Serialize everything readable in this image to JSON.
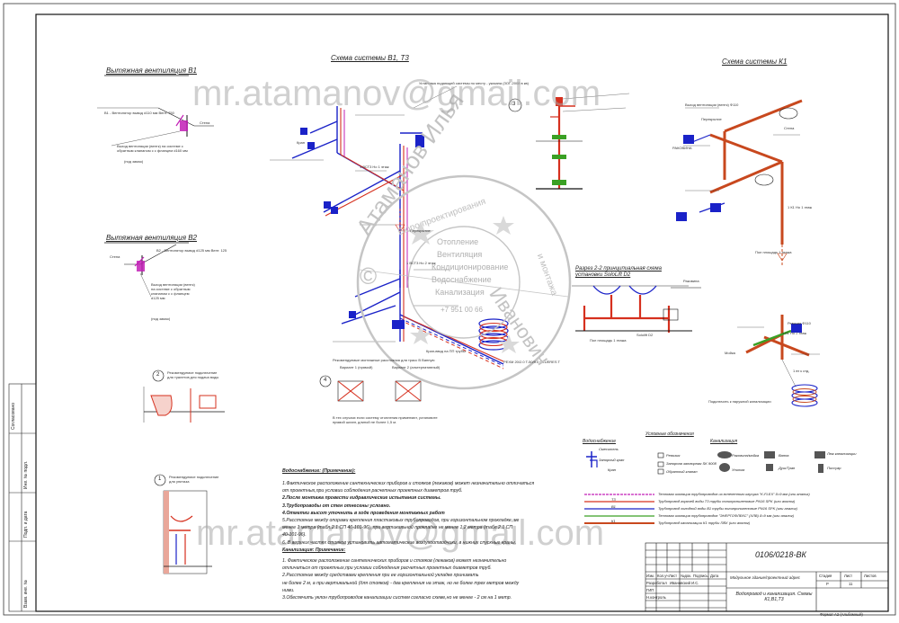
{
  "titles": {
    "vent_b1": "Вытяжная вентиляция В1",
    "vent_b2": "Вытяжная вентиляция В2",
    "scheme_b1_t3": "Схема системы В1, Т3",
    "scheme_k1": "Схема системы К1",
    "section_2_2": "Разрез 2-2 принципиальная схема установки SoloLift D2"
  },
  "vent_b1_labels": {
    "pipe": "В1 - Вентилятор вывод d110 мм Вент. 750",
    "wall": "Стена",
    "outlet": "Выход вентиляции (вентк) на системе с обратным клапаном с с фланцем d160 мм",
    "outlet2": "(под замок)"
  },
  "vent_b2_labels": {
    "wall": "Стена",
    "pipe": "В2 - Вентилятор вывод d125 мм Вент. 125",
    "outlet": "Выход вентиляции (вентк) на системе с обратным клапаном с с фланцем d125 мм",
    "outlet2": "(под замок)"
  },
  "scheme_labels": {
    "riser1": "1 ВСТ3 Но 1 этаж",
    "riser2": "1 ВСТ3 Но 2 этаж",
    "tag_crane": "Кран",
    "tag_drain": "Перекрытие",
    "tag_pexm": "PEXM 20/2.0 T-50/9.0 GLUERES T",
    "tag_input": "Кран-ввод на ПП трубы",
    "tag_note": "Установка подающей системы по месту - указана (ЗОГ-2008 в кв)",
    "var1": "Вариант 1 (прямой)",
    "var2": "Вариант 2 (альтернативный)"
  },
  "k1_labels": {
    "top": "Выход вентиляции (вентк) Ф110",
    "ravk": "РАКОВИНА",
    "perekr": "Перекрытие",
    "wall": "Стена",
    "riser": "1 К1 Но 1 этаж",
    "riser2": "1 К1 Но 2 этаж",
    "conn": "Подключить к наружной канализации",
    "perimeter": "Ревизия Ф110",
    "sink": "Мойка",
    "note": "1 вт к отд.",
    "floor": "Пол площадь 1 этажа"
  },
  "section_labels": {
    "sololift": "Sololift D2",
    "mir": "Раковина",
    "floor": "Пол площадь 1 этажа"
  },
  "detail_labels": {
    "d2": "2",
    "d2_title": "Рекомендуемое подключение для туалетов для подача воды",
    "d1": "1",
    "d1_title": "Рекомендуемое подключение для унитаза",
    "d3": "3",
    "d4": "4",
    "d4_title": "Рекомендуемые монтажные расстояния для трасс В Ванную",
    "d4_text": "В тех случаях если систему отопления применяют, установите прямой шланг, длиной не более 1,5 м."
  },
  "stamp": {
    "arc_top": "Атаманов Илья",
    "arc_bottom": "Иванович",
    "inner1": "Отопление",
    "inner2": "Вентиляция",
    "inner3": "Кондиционирование",
    "inner4": "Водоснабжение",
    "inner5": "Канализация",
    "phone": "+7 951 00 66",
    "tick1": "Бюро проектирования",
    "tick2": "и монтажа",
    "center": "©"
  },
  "watermark": {
    "top": "mr.atamanov@gmail.com",
    "bottom": "mr.atamanov@gmail.com"
  },
  "notes": {
    "water_title": "Водоснабжение: (Примечание):",
    "water": [
      "1.Фактическое расположение сантехнических приборов и стояков (лежаков) может незначительно отличаться",
      "от проектных,при условии соблюдения расчетных проектных диаметров труб.",
      "2.После монтажа провести гидравлические испытания системы.",
      "3.Трубопроводы от стен отнесены условно.",
      "4.Отметки высот уточнить в ходе проведения монтажных работ",
      "5.Расстояние между опорами крепления пластиковых трубопроводов, при горизонтальном прокладке, не",
      "менее 1 метра (табл.2.1 СП 40-101-96), при вертикальной прокладке не менее 1,2 метра (табл.2.1 СП",
      "40-101-96).",
      "6. В верхних частях стояков установить автоматические воздухоотводчики, в нижних спускные краны."
    ],
    "sewer_title": "Канализация: Примечание:",
    "sewer": [
      "1. Фактическое расположение сантехнических приборов и стояков (лежаков) может незначительно",
      "отличаться от проектных,при условии соблюдения расчетных проектных диаметров труб.",
      "2.Расстояние между средствами крепления при ее горизонтальной укладке принимать",
      "не более 2 м, а при вертикальной (для стояков) - два крепления на этаж, но не более трех метров между",
      "ними.",
      "3.Обеспечить уклон трубопроводов канализации систем согласно схеме,но не менее - 2 см на 1 метр."
    ]
  },
  "legend": {
    "title_left": "Водоснабжение",
    "title_mid": "Условные обозначения",
    "title_right": "Канализация",
    "items_left": [
      "Смеситель",
      "Запорный кран",
      "Кран"
    ],
    "items_mid": [
      "Ревизия",
      "Запорная затворная SK 9008",
      "Обратный клапан"
    ],
    "items_right": [
      "Раковина/мойка",
      "Ванна",
      "Люк канализации",
      "Унитаз",
      "Душ/Трап",
      "Писсуар"
    ],
    "lines": [
      "Тепловая изоляция трубопроводов из вспененного каучука \"K-FLEX\" δ=9 мм (или аналог)",
      "Трубопровод горячей воды Т3 трубы полипропиленовые PN16 SPK (или аналог)",
      "Трубопровод холодной воды В1 трубы полипропиленовые PN16 SPK (или аналог)",
      "Тепловая изоляция трубопроводов \"ЭНЕРГОФЛЕКС\" (ХЛВ) δ=9 мм (или аналог)",
      "Трубопровод канализации К1 трубы ПВХ (или аналог)"
    ],
    "line_tags": [
      "Т3",
      "В1",
      "К1"
    ]
  },
  "title_block": {
    "code": "0106/0218-ВК",
    "project": "Модульное здание/проектный адрес",
    "sheet_title": "Водопровод и канализация. Схемы К1,В1,Т3",
    "stage_h": "Стадия",
    "sheet_h": "Лист",
    "sheets_h": "Листов",
    "stage": "Р",
    "sheet": "11",
    "sheets": "",
    "rows": [
      "Разработал",
      "ГИП",
      "Н.контроль"
    ],
    "names": [
      "Ивановский И.С."
    ],
    "cols": [
      "Изм.",
      "Кол.уч",
      "Лист",
      "№док.",
      "Подпись",
      "Дата"
    ],
    "format": "Формат А2 (Альбомный)",
    "side": [
      "Согласовано",
      "Инв. № подл.",
      "Подп. и дата",
      "Взам. инв. №"
    ]
  },
  "colors": {
    "cold": "#1a22c8",
    "hot": "#d6301e",
    "sewer": "#c8481e",
    "green": "#3aa024",
    "magenta": "#c21fb6",
    "watermark": "#b9b9b9",
    "stamp": "#bdbdbd"
  }
}
